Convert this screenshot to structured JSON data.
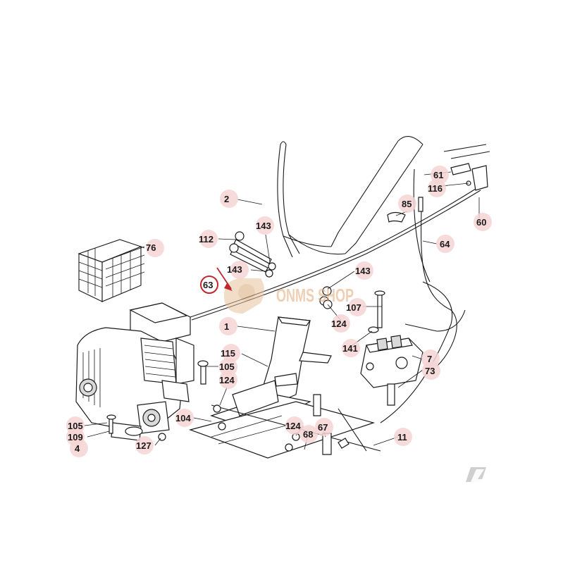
{
  "diagram": {
    "part_labels": [
      "2",
      "76",
      "112",
      "143",
      "143",
      "143",
      "63",
      "1",
      "107",
      "124",
      "141",
      "115",
      "105",
      "124",
      "7",
      "73",
      "105",
      "109",
      "4",
      "127",
      "104",
      "124",
      "67",
      "68",
      "11",
      "61",
      "116",
      "85",
      "64",
      "60"
    ],
    "watermark": "ONMS SHOP",
    "brand_logo": "K",
    "colors": {
      "label_bubble": "#f6d3d3",
      "highlight": "#c0282d",
      "line": "#1a1a1a",
      "watermark": "#e2a878"
    }
  }
}
